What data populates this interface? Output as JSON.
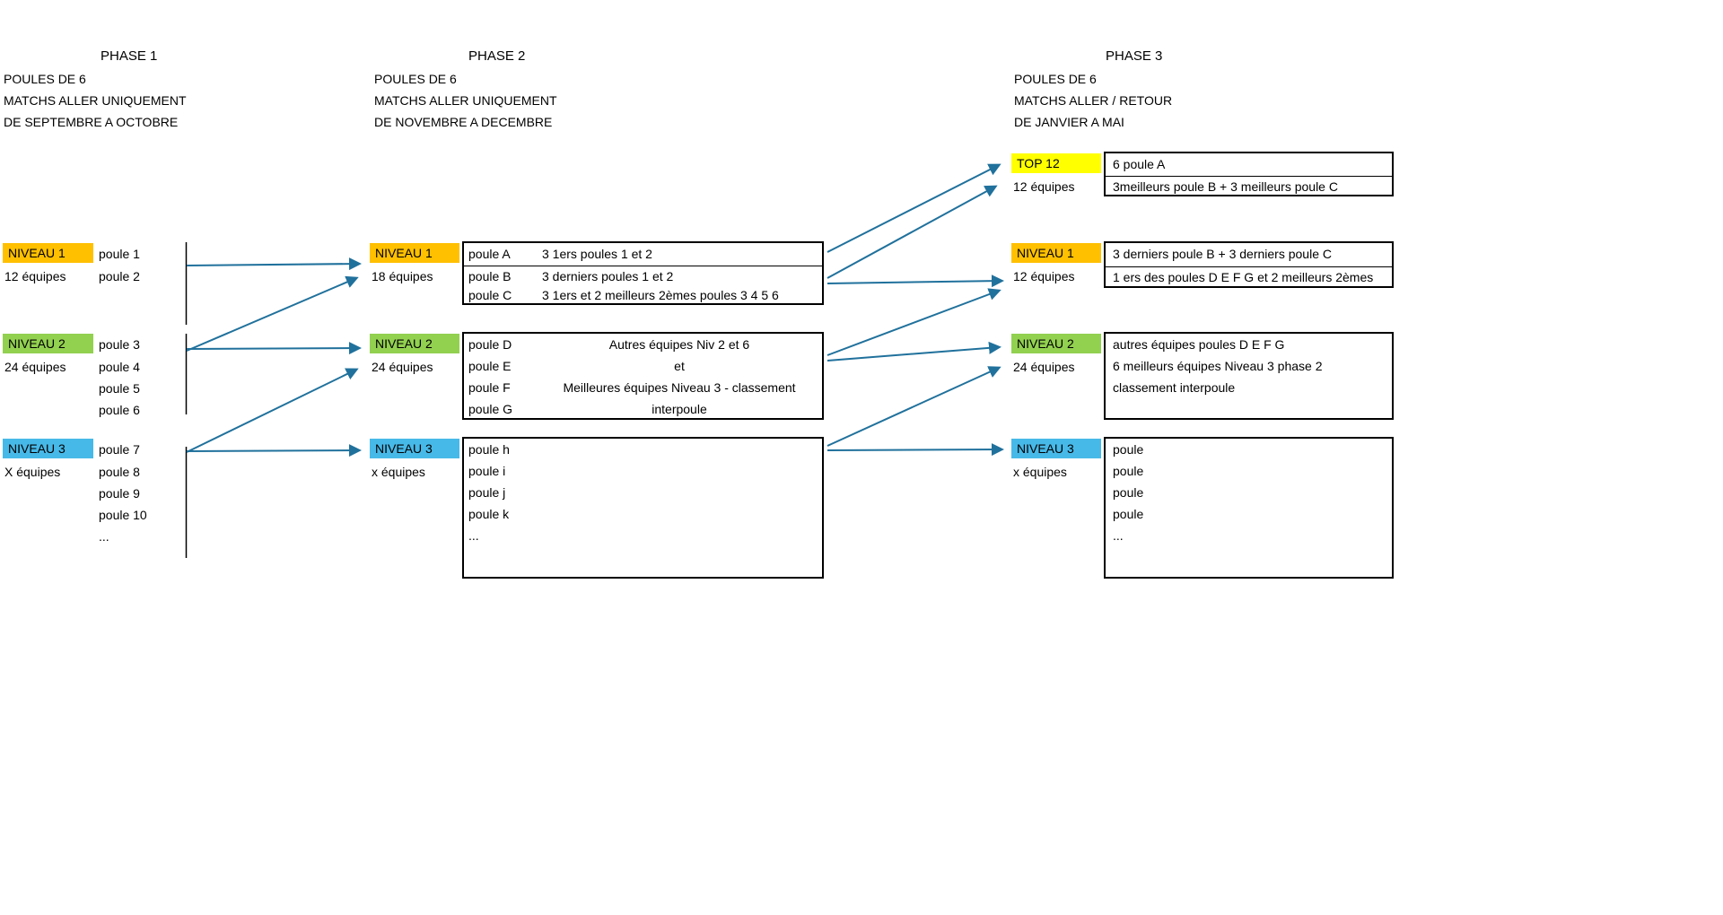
{
  "colors": {
    "orange": "#FFC000",
    "green": "#92D050",
    "blue": "#47B9E8",
    "yellow": "#FFFF00",
    "arrow": "#20719C"
  },
  "phase1": {
    "title": "PHASE 1",
    "subtitle1": "POULES DE 6",
    "subtitle2": "MATCHS ALLER UNIQUEMENT",
    "subtitle3": "DE SEPTEMBRE A OCTOBRE",
    "niveau1": {
      "label": "NIVEAU 1",
      "equipes": "12 équipes",
      "poules": [
        "poule 1",
        "poule 2"
      ]
    },
    "niveau2": {
      "label": "NIVEAU 2",
      "equipes": "24 équipes",
      "poules": [
        "poule 3",
        "poule 4",
        "poule 5",
        "poule 6"
      ]
    },
    "niveau3": {
      "label": "NIVEAU 3",
      "equipes": "X équipes",
      "poules": [
        "poule 7",
        "poule 8",
        "poule 9",
        "poule 10",
        "..."
      ]
    }
  },
  "phase2": {
    "title": "PHASE 2",
    "subtitle1": "POULES DE 6",
    "subtitle2": "MATCHS ALLER UNIQUEMENT",
    "subtitle3": "DE NOVEMBRE A DECEMBRE",
    "niveau1": {
      "label": "NIVEAU 1",
      "equipes": "18 équipes",
      "rows": [
        {
          "poule": "poule A",
          "desc": "3 1ers poules 1 et 2"
        },
        {
          "poule": "poule B",
          "desc": "3 derniers poules 1 et 2"
        },
        {
          "poule": "poule C",
          "desc": "3 1ers et 2 meilleurs 2èmes poules 3 4 5 6"
        }
      ]
    },
    "niveau2": {
      "label": "NIVEAU 2",
      "equipes": "24 équipes",
      "poules": [
        "poule D",
        "poule E",
        "poule F",
        "poule G"
      ],
      "desc_lines": [
        "Autres équipes Niv 2 et 6",
        "et",
        "Meilleures équipes Niveau 3 - classement",
        "interpoule"
      ]
    },
    "niveau3": {
      "label": "NIVEAU 3",
      "equipes": "x équipes",
      "poules": [
        "poule h",
        "poule i",
        "poule j",
        "poule k",
        "..."
      ]
    }
  },
  "phase3": {
    "title": "PHASE 3",
    "subtitle1": "POULES DE 6",
    "subtitle2": "MATCHS ALLER / RETOUR",
    "subtitle3": "DE JANVIER A MAI",
    "top12": {
      "label": "TOP 12",
      "equipes": "12 équipes",
      "lines": [
        "6 poule A",
        "3meilleurs poule B + 3 meilleurs poule C"
      ]
    },
    "niveau1": {
      "label": "NIVEAU 1",
      "equipes": "12 équipes",
      "lines": [
        "3 derniers poule B + 3 derniers poule C",
        "1 ers des poules D E F G et 2 meilleurs 2èmes"
      ]
    },
    "niveau2": {
      "label": "NIVEAU 2",
      "equipes": "24 équipes",
      "lines": [
        "autres équipes poules D E F G",
        "6 meilleurs équipes Niveau 3 phase 2",
        "classement interpoule"
      ]
    },
    "niveau3": {
      "label": "NIVEAU 3",
      "equipes": "x équipes",
      "lines": [
        "poule",
        "poule",
        "poule",
        "poule",
        "..."
      ]
    }
  }
}
